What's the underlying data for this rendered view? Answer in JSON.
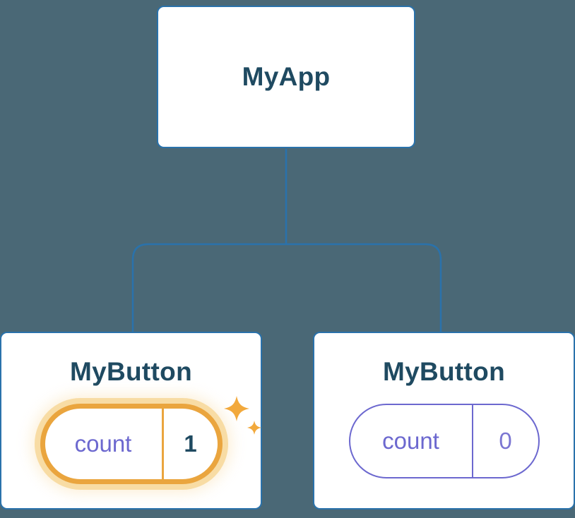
{
  "tree": {
    "root": {
      "label": "MyApp"
    },
    "children": [
      {
        "label": "MyButton",
        "state": {
          "name": "count",
          "value": "1",
          "highlighted": true
        }
      },
      {
        "label": "MyButton",
        "state": {
          "name": "count",
          "value": "0",
          "highlighted": false
        }
      }
    ]
  },
  "icons": {
    "sparkle": "four-pointed-star"
  },
  "colors": {
    "background": "#4a6876",
    "node_fill": "#ffffff",
    "node_border": "#2a72ab",
    "connector_line": "#2a72ab",
    "node_label_text": "#1f4a61",
    "state_accent_purple": "#6c68cf",
    "state_value_muted_purple": "#7b76d2",
    "highlight_orange": "#eaa53e",
    "highlight_halo": "#f8dca4",
    "highlighted_value_text": "#1f4a61",
    "sparkle_orange": "#f2a93c"
  }
}
